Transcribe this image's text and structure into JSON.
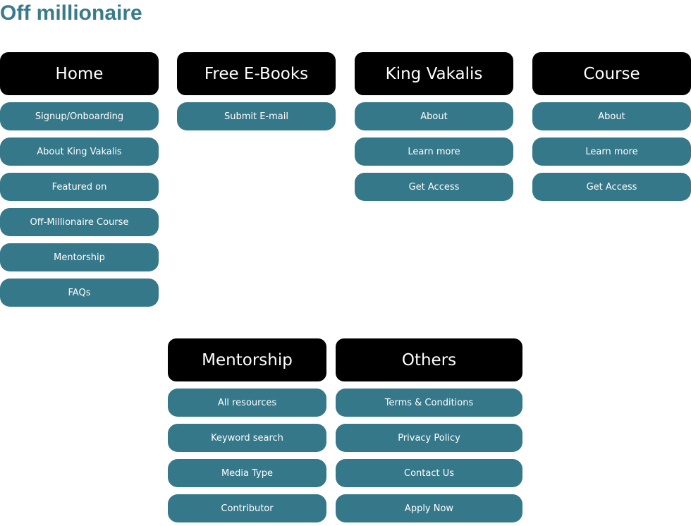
{
  "title": "Off millionaire",
  "colors": {
    "title": "#3a7a8a",
    "header_bg": "#000000",
    "pill_bg": "#35788a",
    "text_light": "#ffffff"
  },
  "sections": {
    "home": {
      "title": "Home",
      "items": [
        "Signup/Onboarding",
        "About King Vakalis",
        "Featured on",
        "Off-Millionaire Course",
        "Mentorship",
        "FAQs"
      ]
    },
    "free_ebooks": {
      "title": "Free E-Books",
      "items": [
        "Submit E-mail"
      ]
    },
    "king_vakalis": {
      "title": "King Vakalis",
      "items": [
        "About",
        "Learn more",
        "Get Access"
      ]
    },
    "course": {
      "title": "Course",
      "items": [
        "About",
        "Learn more",
        "Get Access"
      ]
    },
    "mentorship": {
      "title": "Mentorship",
      "items": [
        "All resources",
        "Keyword search",
        "Media Type",
        "Contributor"
      ]
    },
    "others": {
      "title": "Others",
      "items": [
        "Terms & Conditions",
        "Privacy Policy",
        "Contact Us",
        "Apply Now"
      ]
    }
  }
}
